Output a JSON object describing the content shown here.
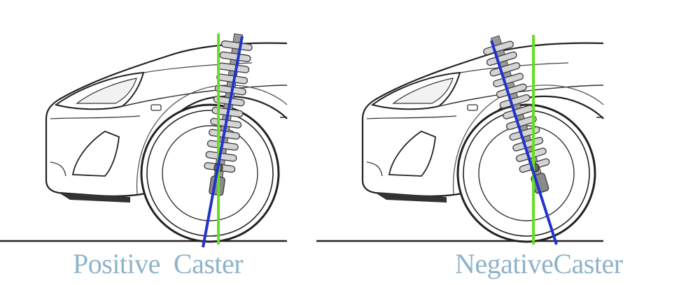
{
  "panels": [
    {
      "id": "positive",
      "caption": "Positive  Caster"
    },
    {
      "id": "negative",
      "caption": "NegativeCaster"
    }
  ],
  "colors": {
    "vertical_reference": "#66dd22",
    "steering_axis": "#2233cc",
    "caption": "#8fb3c9",
    "outline": "#222222"
  }
}
